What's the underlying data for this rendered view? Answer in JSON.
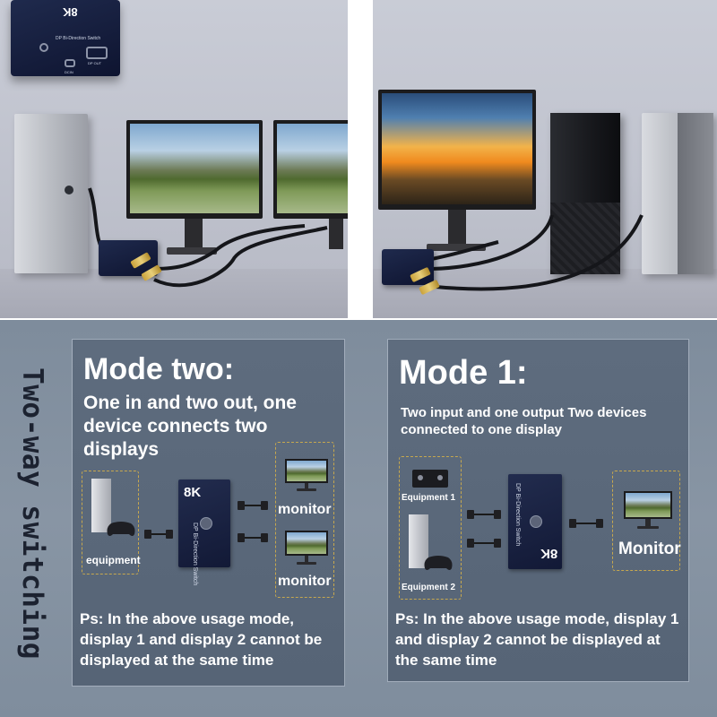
{
  "side_title": "Two-way switching",
  "product": {
    "badge": "8K",
    "name": "DP Bi-Direction Switch",
    "port_in": "DCIN",
    "port_out": "DP OUT"
  },
  "mode_two": {
    "title": "Mode two:",
    "description": "One in and two out, one device connects two displays",
    "equipment_label": "equipment",
    "monitor_1_label": "monitor",
    "monitor_2_label": "monitor",
    "switch_badge": "8K",
    "switch_name": "DP Bi-Direction Switch",
    "note": "Ps: In the above usage mode, display 1 and display 2 cannot be displayed at the same time"
  },
  "mode_1": {
    "title": "Mode 1:",
    "description": "Two input and one output Two devices connected to one display",
    "equipment_1_label": "Equipment 1",
    "equipment_2_label": "Equipment 2",
    "monitor_label": "Monitor",
    "switch_badge": "8K",
    "switch_name": "DP Bi-Direction Switch",
    "note": "Ps: In the above usage mode, display 1 and display 2 cannot be displayed at the same time"
  },
  "colors": {
    "background_lower": "#8391a0",
    "panel": "#5b697b",
    "dashed_border": "#c7a84e",
    "switch_body": "#1a2244",
    "text": "#ffffff",
    "side_title": "#1c2230"
  },
  "icons": [
    "computer-tower-icon",
    "gamepad-icon",
    "av-receiver-icon",
    "monitor-icon",
    "dp-cable-icon",
    "switch-box-icon"
  ]
}
